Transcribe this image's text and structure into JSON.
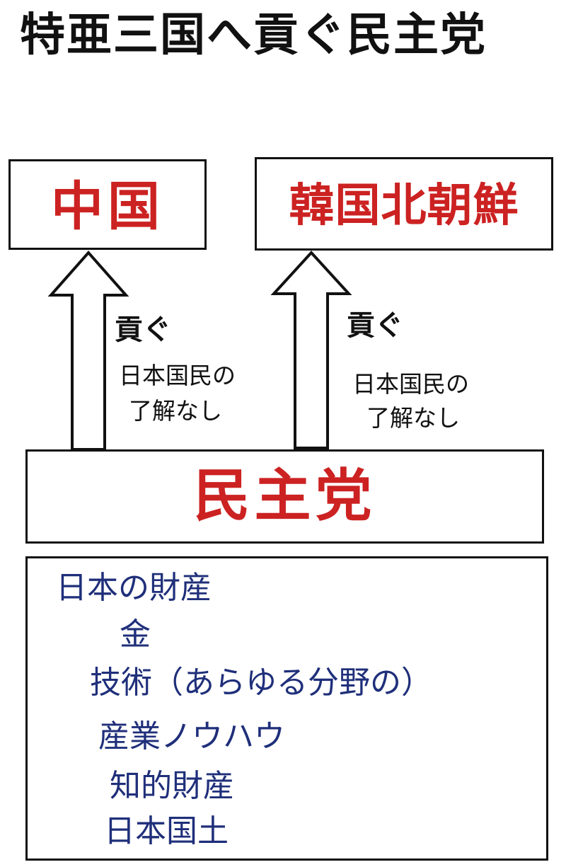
{
  "title": "特亜三国へ貢ぐ民主党",
  "boxes": {
    "china": "中国",
    "korea_north_korea": "韓国北朝鮮",
    "dpj": "民主党"
  },
  "arrows": {
    "left": {
      "label": "貢ぐ",
      "note_line1": "日本国民の",
      "note_line2": "了解なし"
    },
    "right": {
      "label": "貢ぐ",
      "note_line1": "日本国民の",
      "note_line2": "了解なし"
    }
  },
  "assets": {
    "items": [
      "日本の財産",
      "金",
      "技術（あらゆる分野の）",
      "産業ノウハウ",
      "知的財産",
      "日本国土"
    ]
  },
  "colors": {
    "red_text": "#cc2222",
    "blue_text": "#1f2f7a",
    "line": "#111111"
  }
}
